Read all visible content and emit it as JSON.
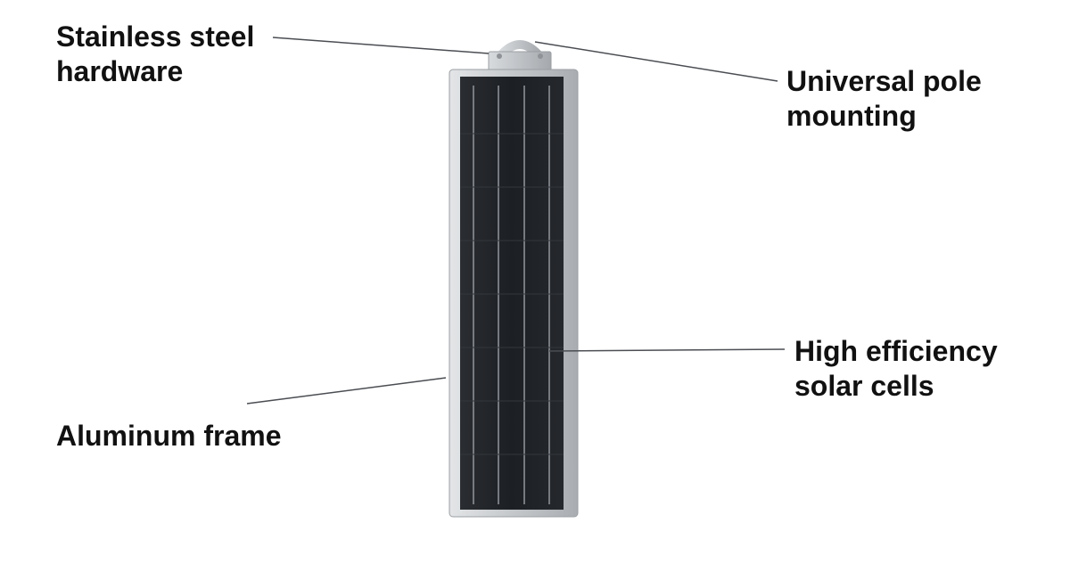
{
  "callouts": {
    "stainless_steel_hardware": {
      "line1": "Stainless steel",
      "line2": "hardware"
    },
    "universal_pole_mounting": {
      "line1": "Universal pole",
      "line2": "mounting"
    },
    "high_efficiency_solar_cells": {
      "line1": "High efficiency",
      "line2": "solar cells"
    },
    "aluminum_frame": {
      "line1": "Aluminum frame"
    }
  },
  "colors": {
    "text": "#111111",
    "leader_line": "#4a4d52",
    "frame": "#c9cccf",
    "panel": "#1f2226",
    "cell_line": "#8c9096",
    "bracket": "#bfc3c7"
  }
}
